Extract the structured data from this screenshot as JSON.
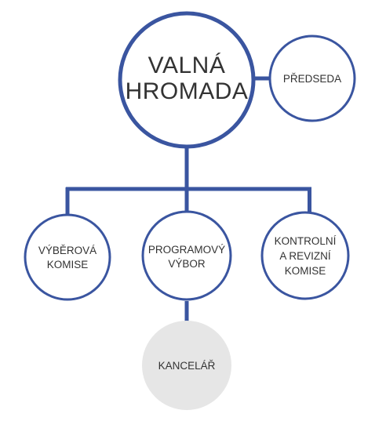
{
  "diagram": {
    "colors": {
      "stroke": "#3a55a0",
      "circle_fill": "#ffffff",
      "office_fill": "#e6e6e6",
      "text": "#333333"
    },
    "nodes": {
      "general_assembly": {
        "line1": "VALNÁ",
        "line2": "HROMADA"
      },
      "chairman": {
        "line1": "PŘEDSEDA"
      },
      "selection_committee": {
        "line1": "VÝBĚROVÁ",
        "line2": "KOMISE"
      },
      "program_committee": {
        "line1": "PROGRAMOVÝ",
        "line2": "VÝBOR"
      },
      "audit_committee": {
        "line1": "KONTROLNÍ",
        "line2": "A REVIZNÍ",
        "line3": "KOMISE"
      },
      "office": {
        "line1": "KANCELÁŘ"
      }
    }
  }
}
